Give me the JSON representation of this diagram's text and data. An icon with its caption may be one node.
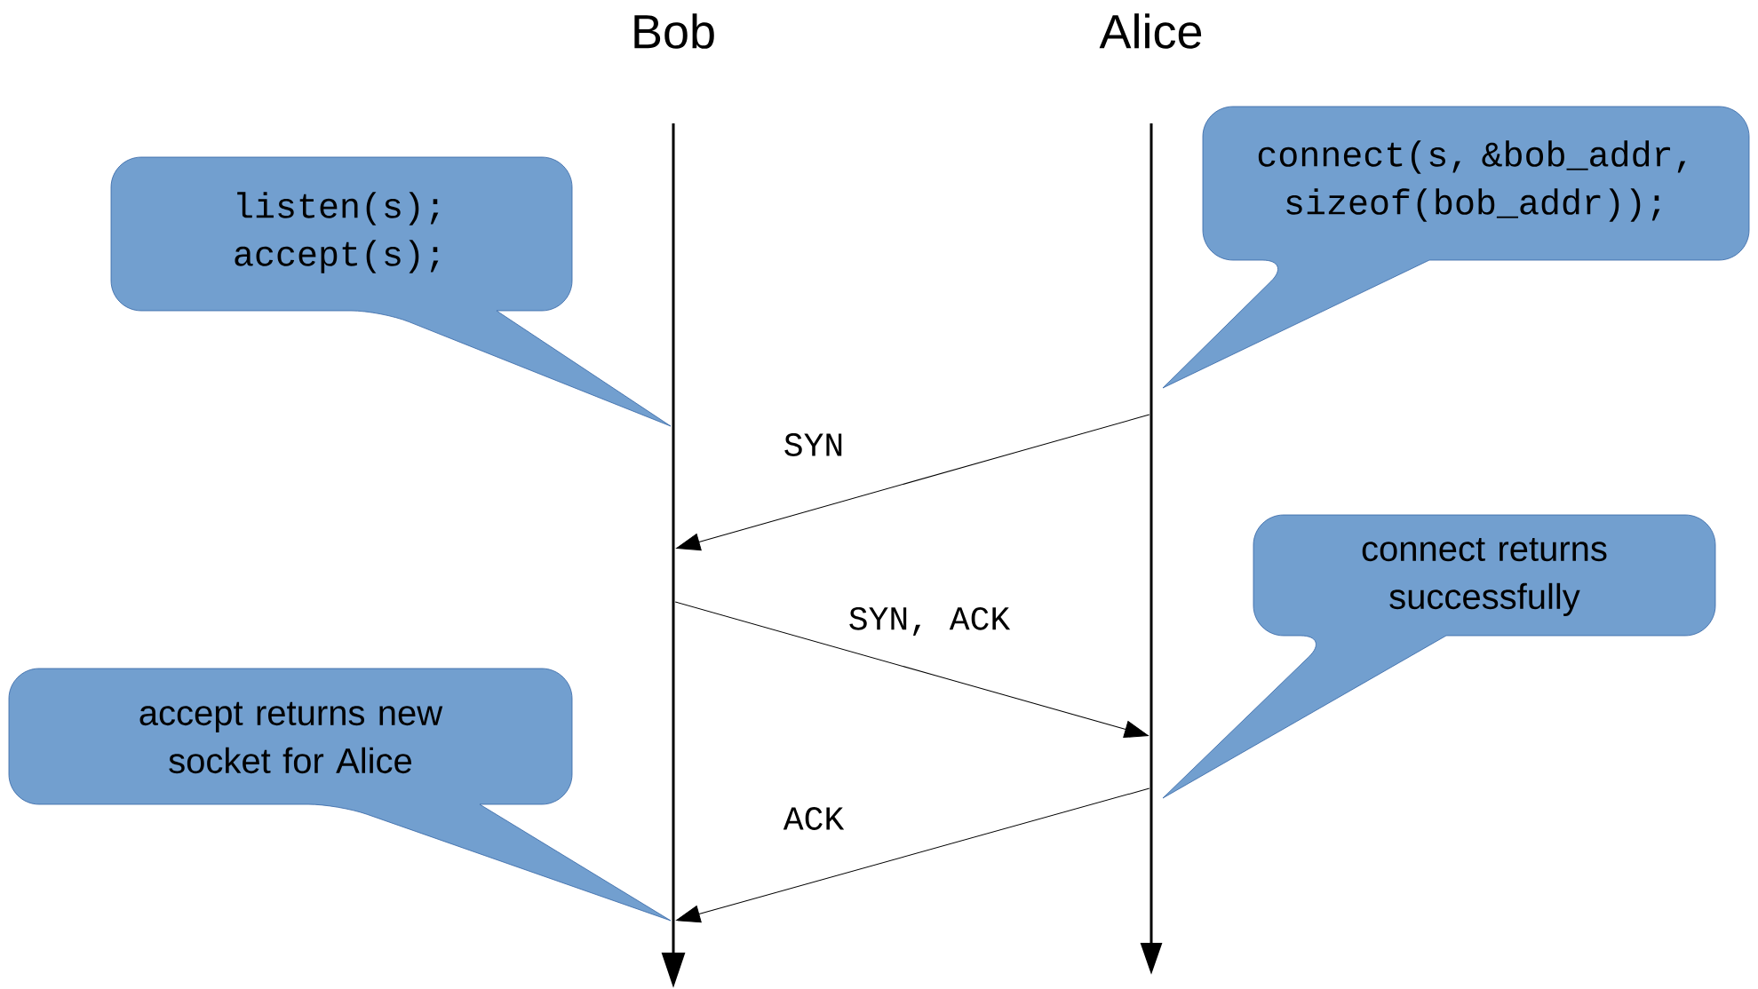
{
  "diagram": {
    "nodes": [
      {
        "text": [
          "Bob"
        ]
      },
      {
        "text": [
          "Alice"
        ]
      },
      {
        "text": [
          "listen(s); accept(s);"
        ]
      },
      {
        "text": [
          "connect(s, &bob_addr, sizeof(bob_addr));"
        ]
      },
      {
        "text": [
          "connect returns successfully"
        ]
      },
      {
        "text": [
          "accept returns new socket for Alice"
        ]
      }
    ],
    "edges": [
      {
        "from": 1,
        "to": 0,
        "arrow": "to",
        "label": "SYN"
      },
      {
        "from": 0,
        "to": 1,
        "arrow": "to",
        "label": "SYN, ACK"
      },
      {
        "from": 1,
        "to": 0,
        "arrow": "to",
        "label": "ACK"
      }
    ]
  }
}
